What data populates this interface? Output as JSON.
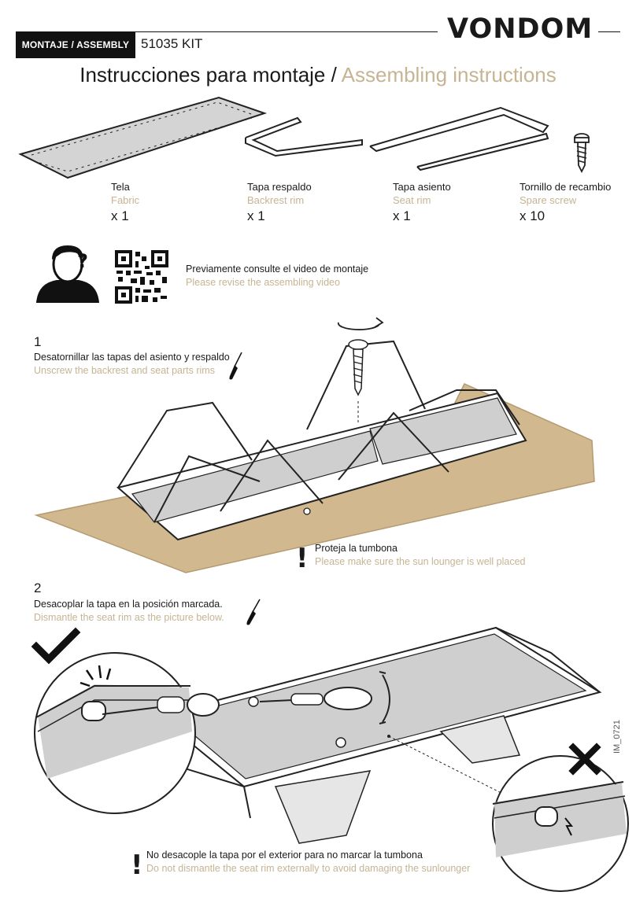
{
  "header": {
    "section_label": "MONTAJE / ASSEMBLY",
    "kit": "51035 KIT",
    "brand": "VONDOM",
    "title_es": "Instrucciones para montaje /",
    "title_en": "Assembling instructions"
  },
  "parts": [
    {
      "name_es": "Tela",
      "name_en": "Fabric",
      "qty": "x 1",
      "icon": "fabric-sheet-icon"
    },
    {
      "name_es": "Tapa respaldo",
      "name_en": "Backrest rim",
      "qty": "x 1",
      "icon": "backrest-rim-icon"
    },
    {
      "name_es": "Tapa asiento",
      "name_en": "Seat rim",
      "qty": "x 1",
      "icon": "seat-rim-icon"
    },
    {
      "name_es": "Tornillo de recambio",
      "name_en": "Spare screw",
      "qty": "x 10",
      "icon": "screw-icon"
    }
  ],
  "video": {
    "text_es": "Previamente consulte el video de montaje",
    "text_en": "Please revise the assembling video"
  },
  "step1": {
    "number": "1",
    "text_es": "Desatornillar las tapas del asiento y respaldo",
    "text_en": "Unscrew the backrest and seat parts rims",
    "warning_es": "Proteja la tumbona",
    "warning_en": "Please make sure the sun lounger is well placed"
  },
  "step2": {
    "number": "2",
    "text_es": "Desacoplar la tapa en la posición marcada.",
    "text_en": "Dismantle the seat rim as the picture below.",
    "warning_es": "No desacople la tapa por el exterior para no marcar la tumbona",
    "warning_en": "Do not dismantle the seat rim externally to avoid damaging the sunlounger"
  },
  "doc_code": "IM_0721",
  "colors": {
    "accent": "#c6b493",
    "cardboard": "#d2b88f",
    "ink": "#111111",
    "fabric": "#cfcfcf"
  }
}
